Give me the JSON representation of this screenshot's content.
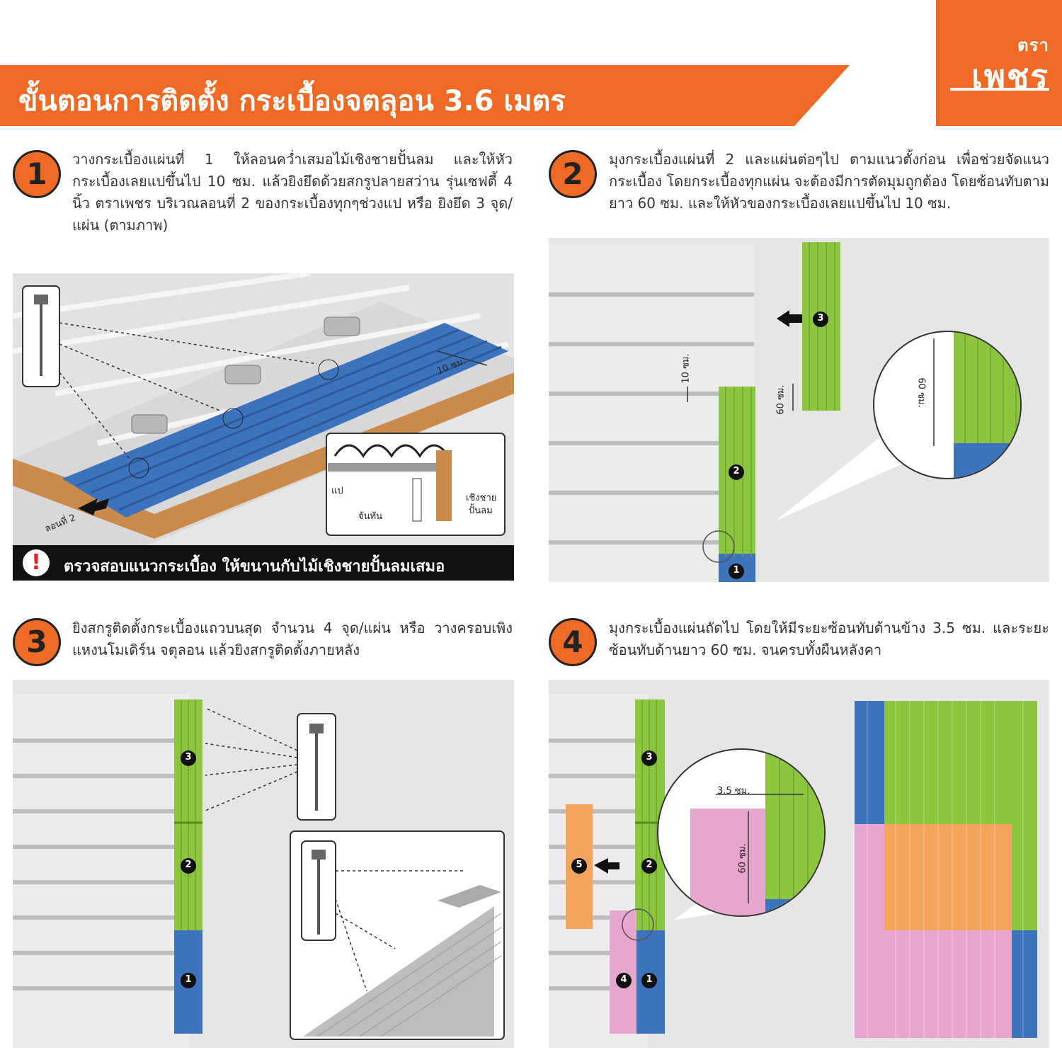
{
  "header": {
    "title": "ขั้นตอนการติดตั้ง กระเบื้องจตลุอน 3.6 เมตร",
    "brand_small": "ตรา",
    "brand_big": "เพชร",
    "accent": "#ef6a25"
  },
  "steps": [
    {
      "num": "1",
      "text": "วางกระเบื้องแผ่นที่ 1 ให้ลอนคว่ำเสมอไม้เชิงชายปั้นลม และให้หัวกระเบื้องเลยแปขึ้นไป 10 ซม. แล้วยิงยึดด้วยสกรูปลายสว่าน รุ่นเซฟตี้ 4 นิ้ว ตราเพชร บริเวณลอนที่ 2 ของกระเบื้องทุกๆช่วงแป หรือ ยิงยึด 3 จุด/แผ่น (ตามภาพ)"
    },
    {
      "num": "2",
      "text": "มุงกระเบื้องแผ่นที่ 2 และแผ่นต่อๆไป ตามแนวตั้งก่อน เพื่อช่วยจัดแนวกระเบื้อง โดยกระเบื้องทุกแผ่น จะต้องมีการตัดมุมถูกต้อง โดยซ้อนทับตามยาว 60 ซม. และให้หัวของกระเบื้องเลยแปขึ้นไป 10 ซม."
    },
    {
      "num": "3",
      "text": "ยิงสกรูติดตั้งกระเบื้องแถวบนสุด จำนวน 4 จุด/แผ่น หรือ วางครอบเพิงแหงนโมเดิร์น จตุลอน แล้วยิงสกรูติดตั้งภายหลัง"
    },
    {
      "num": "4",
      "text": "มุงกระเบื้องแผ่นถัดไป โดยให้มีระยะซ้อนทับด้านข้าง 3.5 ซม. และระยะซ้อนทับด้านยาว 60 ซม. จนครบทั้งผืนหลังคา"
    }
  ],
  "panel1": {
    "dim_10cm": "10 ซม.",
    "wave2": "ลอนที่ 2",
    "purlin": "แป",
    "bracket": "จันทัน",
    "fascia_line1": "เชิงชาย",
    "fascia_line2": "ปั้นลม",
    "warning": "ตรวจสอบแนวกระเบื้อง ให้ขนานกับไม้เชิงชายปั้นลมเสมอ",
    "warning_icon": "!"
  },
  "panel2": {
    "dim_10cm": "10 ซม.",
    "dim_60cm": "60 ซม.",
    "zoom_60cm": "60 ซม.",
    "sheet1": "1",
    "sheet2": "2",
    "sheet3": "3"
  },
  "panel3": {
    "sheet1": "1",
    "sheet2": "2",
    "sheet3": "3"
  },
  "panel4": {
    "dim_35cm": "3.5 ซม.",
    "dim_60cm": "60 ซม.",
    "sheet1": "1",
    "sheet2": "2",
    "sheet3": "3",
    "sheet4": "4",
    "sheet5": "5"
  },
  "colors": {
    "blue": "#3d73bd",
    "green": "#8cc63f",
    "pink": "#e8a6cf",
    "orange": "#f5a45d",
    "wood": "#c98a4b"
  }
}
